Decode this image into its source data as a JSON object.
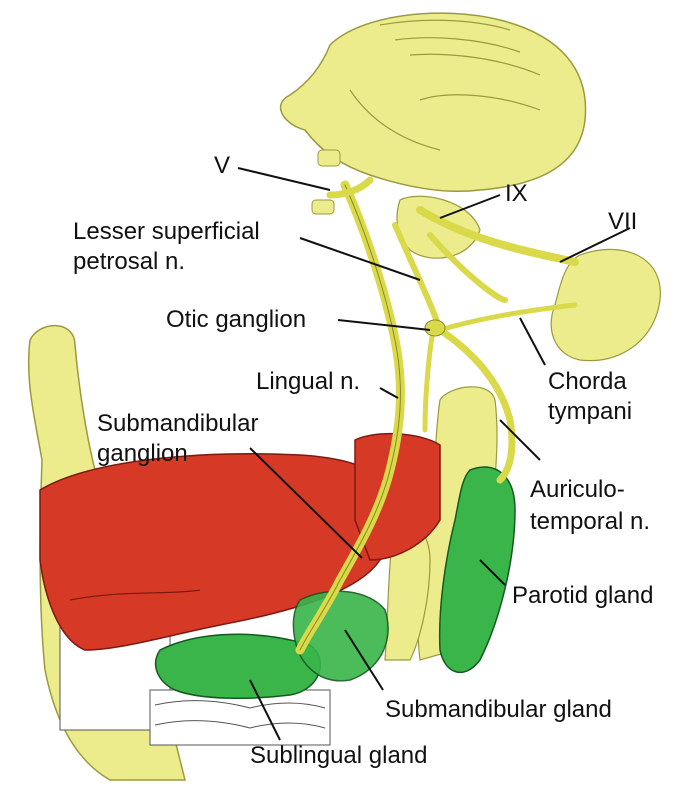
{
  "colors": {
    "nerve_structure": "#ecec8c",
    "nerve_line": "#d9d94a",
    "muscle": "#d63a26",
    "gland": "#39b54a",
    "outline": "#222222",
    "leader": "#111111"
  },
  "labels": {
    "V": "V",
    "IX": "IX",
    "VII": "VII",
    "lesser_superficial_petrosal_1": "Lesser superficial",
    "lesser_superficial_petrosal_2": "petrosal n.",
    "otic_ganglion": "Otic ganglion",
    "lingual_n": "Lingual n.",
    "chorda_1": "Chorda",
    "chorda_2": "tympani",
    "submandibular_ganglion_1": "Submandibular",
    "submandibular_ganglion_2": "ganglion",
    "auriculo_1": "Auriculo-",
    "auriculo_2": "temporal n.",
    "parotid_gland": "Parotid gland",
    "submandibular_gland": "Submandibular gland",
    "sublingual_gland": "Sublingual gland"
  }
}
